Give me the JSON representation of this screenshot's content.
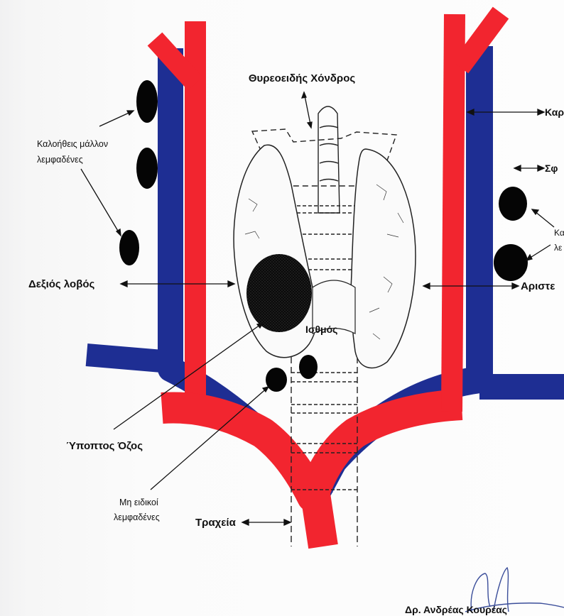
{
  "labels": {
    "thyroid_cartilage": "Θυρεοειδής Χόνδρος",
    "benign_nodes_left_line1": "Καλοήθεις μάλλον",
    "benign_nodes_left_line2": "λεμφαδένες",
    "right_lobe": "Δεξιός λοβός",
    "isthmus": "Ισθμός",
    "suspicious_nodule": "Ύποπτος Όζος",
    "nonspecific_nodes_line1": "Μη ειδικοί",
    "nonspecific_nodes_line2": "λεμφαδένες",
    "trachea": "Τραχεία",
    "carotid_cut": "Καρ",
    "jugular_cut": "Σφ",
    "benign_nodes_right_cut1": "Κα",
    "benign_nodes_right_cut2": "λε",
    "left_lobe_cut": "Αριστε",
    "signature_name": "Δρ. Ανδρέας Κουρέας"
  },
  "colors": {
    "artery": "#f2252f",
    "vein": "#1e2e93",
    "node": "#050505",
    "line": "#111111"
  }
}
